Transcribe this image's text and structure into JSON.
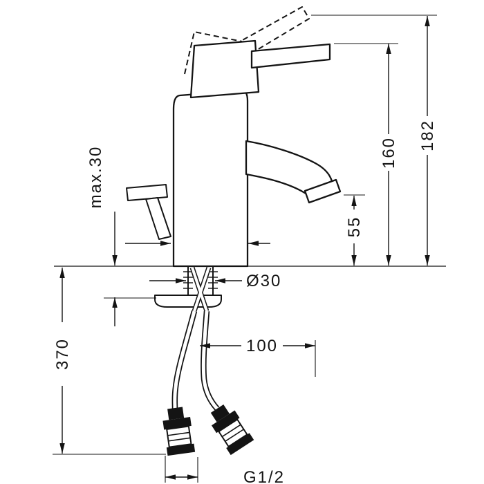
{
  "page": {
    "background_color": "#ffffff",
    "line_color": "#141414"
  },
  "drawing": {
    "subject": "Single-lever basin mixer faucet - installation dimension drawing",
    "units": "mm",
    "dimensions": {
      "max_deck_thickness": "max.30",
      "height_to_spout_outlet": "55",
      "height_handle_closed": "160",
      "height_handle_open": "182",
      "mounting_hole_diameter": "Ø30",
      "supply_hose_length": "370",
      "hose_spacing": "100",
      "connection_thread": "G1/2"
    }
  }
}
